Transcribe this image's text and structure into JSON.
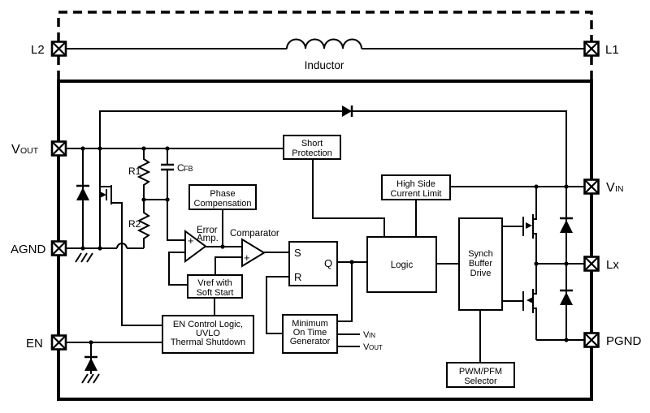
{
  "colors": {
    "line": "#000000",
    "background": "#ffffff"
  },
  "pins": {
    "l2": "L2",
    "l1": "L1",
    "vout_main": "V",
    "vout_sub": "OUT",
    "agnd": "AGND",
    "en": "EN",
    "vin_main": "V",
    "vin_sub": "IN",
    "lx": "Lx",
    "pgnd": "PGND"
  },
  "top": {
    "inductor": "Inductor"
  },
  "passives": {
    "r1": "R1",
    "r2": "R2",
    "cfb_main": "C",
    "cfb_sub": "FB"
  },
  "amps": {
    "error_line1": "Error",
    "error_line2": "Amp.",
    "comparator": "Comparator",
    "plus": "+"
  },
  "latch": {
    "s": "S",
    "r": "R",
    "q": "Q"
  },
  "stubs": {
    "vin_main": "V",
    "vin_sub": "IN",
    "vout_main": "V",
    "vout_sub": "OUT"
  },
  "blocks": {
    "short_protection": [
      "Short",
      "Protection"
    ],
    "phase_compensation": [
      "Phase",
      "Compensation"
    ],
    "vref": [
      "Vref with",
      "Soft Start"
    ],
    "en_control": [
      "EN Control Logic,",
      "UVLO",
      "Thermal Shutdown"
    ],
    "min_on_time": [
      "Minimum",
      "On Time",
      "Generator"
    ],
    "high_side": [
      "High Side",
      "Current Limit"
    ],
    "logic": [
      "Logic"
    ],
    "synch": [
      "Synch",
      "Buffer",
      "Drive"
    ],
    "pwm_pfm": [
      "PWM/PFM",
      "Selector"
    ]
  }
}
